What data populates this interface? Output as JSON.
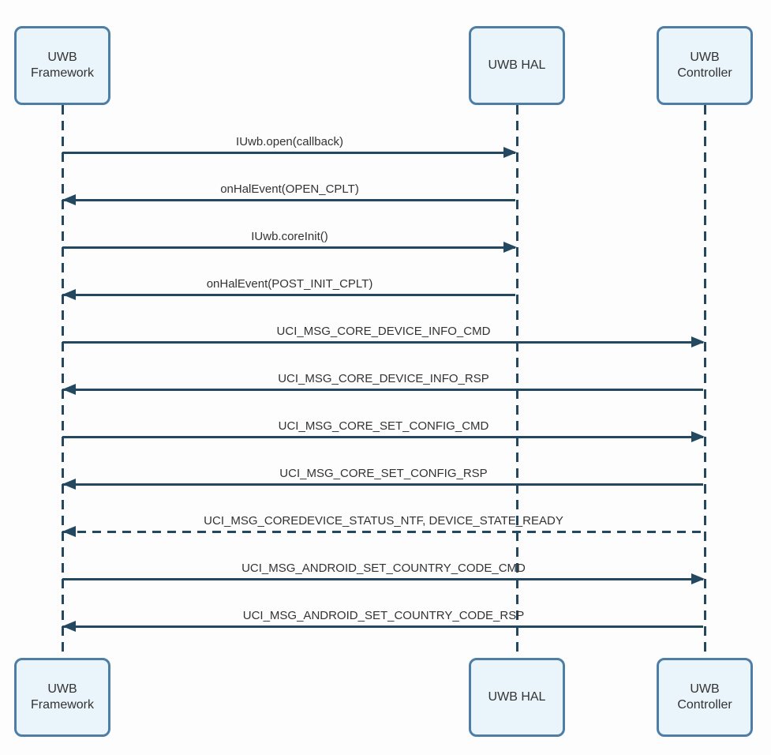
{
  "diagram": {
    "type": "uml-sequence-diagram",
    "title": "UWB HAL initialization sequence"
  },
  "colors": {
    "background": "#fdfdfd",
    "box_fill": "#eaf4fb",
    "box_border": "#4e7ea6",
    "line": "#24485f",
    "text": "#333333"
  },
  "actors": [
    {
      "id": "uwb-framework",
      "label": "UWB Framework"
    },
    {
      "id": "uwb-hal",
      "label": "UWB HAL"
    },
    {
      "id": "uwb-controller",
      "label": "UWB Controller"
    }
  ],
  "messages": [
    {
      "label": "IUwb.open(callback)",
      "from": "uwb-framework",
      "to": "uwb-hal",
      "line": "solid"
    },
    {
      "label": "onHalEvent(OPEN_CPLT)",
      "from": "uwb-hal",
      "to": "uwb-framework",
      "line": "solid"
    },
    {
      "label": "IUwb.coreInit()",
      "from": "uwb-framework",
      "to": "uwb-hal",
      "line": "solid"
    },
    {
      "label": "onHalEvent(POST_INIT_CPLT)",
      "from": "uwb-hal",
      "to": "uwb-framework",
      "line": "solid"
    },
    {
      "label": "UCI_MSG_CORE_DEVICE_INFO_CMD",
      "from": "uwb-framework",
      "to": "uwb-controller",
      "line": "solid"
    },
    {
      "label": "UCI_MSG_CORE_DEVICE_INFO_RSP",
      "from": "uwb-controller",
      "to": "uwb-framework",
      "line": "solid"
    },
    {
      "label": "UCI_MSG_CORE_SET_CONFIG_CMD",
      "from": "uwb-framework",
      "to": "uwb-controller",
      "line": "solid"
    },
    {
      "label": "UCI_MSG_CORE_SET_CONFIG_RSP",
      "from": "uwb-controller",
      "to": "uwb-framework",
      "line": "solid"
    },
    {
      "label": "UCI_MSG_COREDEVICE_STATUS_NTF, DEVICE_STATE_READY",
      "from": "uwb-controller",
      "to": "uwb-framework",
      "line": "dashed"
    },
    {
      "label": "UCI_MSG_ANDROID_SET_COUNTRY_CODE_CMD",
      "from": "uwb-framework",
      "to": "uwb-controller",
      "line": "solid"
    },
    {
      "label": "UCI_MSG_ANDROID_SET_COUNTRY_CODE_RSP",
      "from": "uwb-controller",
      "to": "uwb-framework",
      "line": "solid"
    }
  ]
}
